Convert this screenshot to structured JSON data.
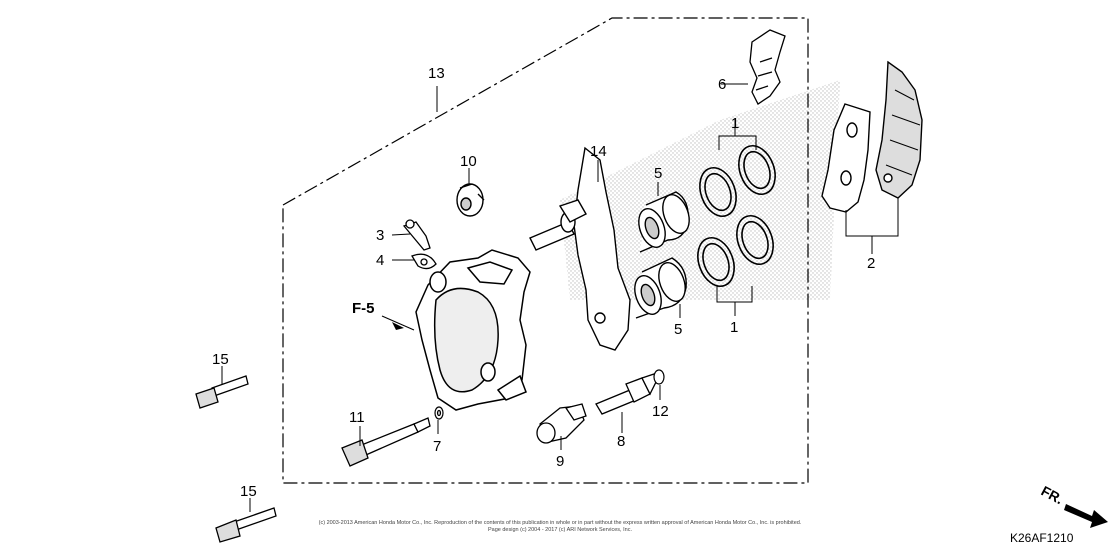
{
  "diagram": {
    "callouts": {
      "c1a": "1",
      "c1b": "1",
      "c2": "2",
      "c3": "3",
      "c4": "4",
      "c5a": "5",
      "c5b": "5",
      "c6": "6",
      "c7": "7",
      "c8": "8",
      "c9": "9",
      "c10": "10",
      "c11": "11",
      "c12": "12",
      "c13": "13",
      "c14": "14",
      "c15a": "15",
      "c15b": "15"
    },
    "section_ref": "F-5",
    "direction_label": "FR.",
    "diagram_code": "K26AF1210",
    "copyright_line1": "(c) 2003-2013 American Honda Motor Co., Inc. Reproduction of the contents of this publication in whole or in part without the express written approval of American Honda Motor Co., Inc. is prohibited.",
    "copyright_line2": "Page design (c) 2004 - 2017 (c) ARI Network Services, Inc."
  }
}
